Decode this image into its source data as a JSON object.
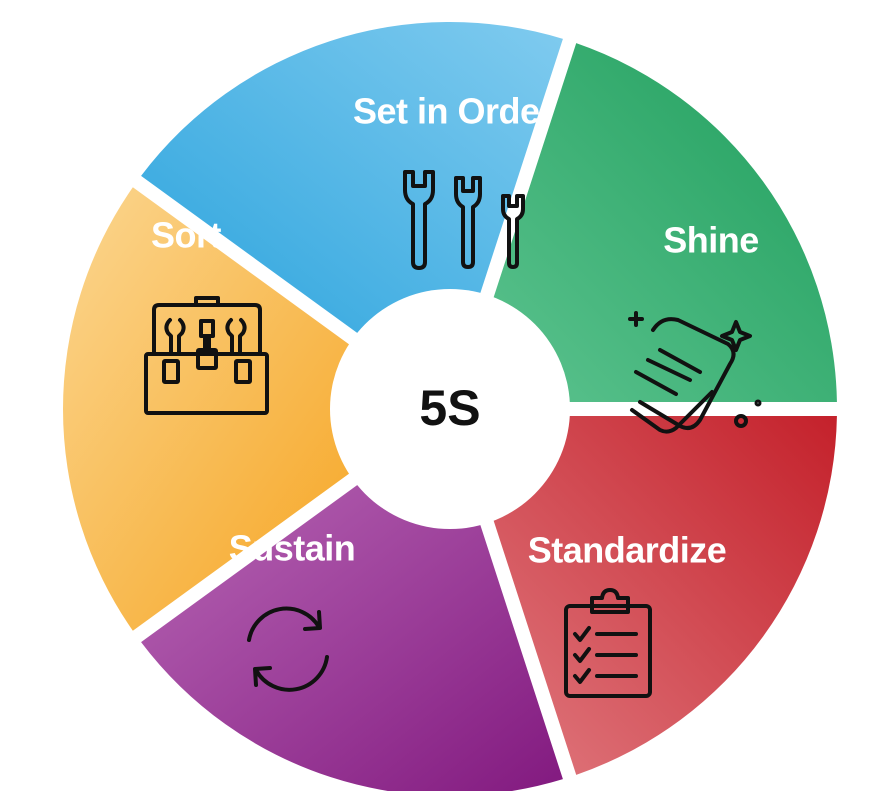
{
  "center": {
    "label": "5S"
  },
  "segments": [
    {
      "id": "set-in-order",
      "label": "Set in Order",
      "icon": "wrenches-icon",
      "color_start": "#2aa3dd",
      "color_end": "#7cc8ee"
    },
    {
      "id": "shine",
      "label": "Shine",
      "icon": "hand-wiping-icon",
      "color_start": "#1f9e5c",
      "color_end": "#57c18a"
    },
    {
      "id": "standardize",
      "label": "Standardize",
      "icon": "checklist-clipboard-icon",
      "color_start": "#c8252f",
      "color_end": "#e07a80"
    },
    {
      "id": "sustain",
      "label": "Sustain",
      "icon": "refresh-arrows-icon",
      "color_start": "#8a2288",
      "color_end": "#b866b6"
    },
    {
      "id": "sort",
      "label": "Sort",
      "icon": "toolbox-icon",
      "color_start": "#f5a623",
      "color_end": "#fbd48c"
    }
  ]
}
